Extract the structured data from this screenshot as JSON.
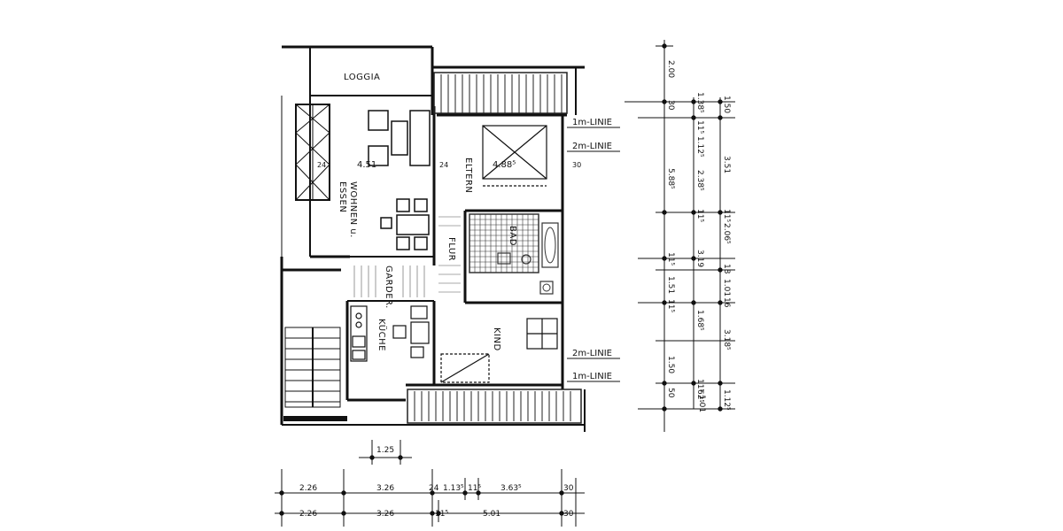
{
  "rooms": {
    "loggia": "LOGGIA",
    "wohnen": "WOHNEN u.",
    "essen": "ESSEN",
    "eltern": "ELTERN",
    "bad": "BAD",
    "flur": "FLUR",
    "garderobe": "GARDER.",
    "kueche": "KÜCHE",
    "kind": "KIND"
  },
  "room_values": {
    "wohnen_width": "4.51",
    "eltern_width": "4.88⁵",
    "wall_24_a": "24",
    "wall_24_b": "24",
    "wall_30": "30"
  },
  "lines": {
    "line_1m_top": "1m-LINIE",
    "line_2m_top": "2m-LINIE",
    "line_2m_bottom": "2m-LINIE",
    "line_1m_bottom": "1m-LINIE"
  },
  "dims_left_col": [
    "2.00",
    "30",
    "5.88⁵",
    "11⁵",
    "1.51",
    "11⁵",
    "1.50",
    "50"
  ],
  "dims_mid_col": [
    "1.38⁵",
    "11⁵ 1.12⁵",
    "2.38⁵",
    "11⁵",
    "3.19",
    "1.68⁵",
    "11⁵",
    "62⁵"
  ],
  "dims_right_col": [
    "1.50",
    "3.51",
    "11⁵",
    "2.06⁵",
    "18",
    "1.01",
    "16",
    "3.18⁵",
    "1.12⁵",
    "1.01"
  ],
  "dim_125": "1.25",
  "bottom_row1": [
    "2.26",
    "3.26",
    "24",
    "1.13⁵",
    "11⁵",
    "3.63⁵",
    "30"
  ],
  "bottom_row2": [
    "2.26",
    "3.26",
    "11⁵",
    "5.01",
    "30"
  ]
}
